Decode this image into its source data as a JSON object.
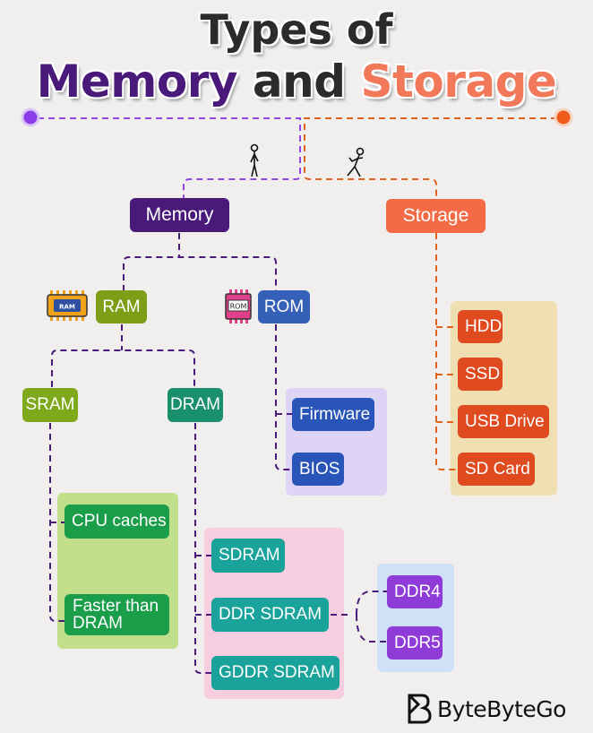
{
  "title": {
    "line1": "Types of",
    "memory": "Memory",
    "and": "and",
    "storage": "Storage"
  },
  "nodes": {
    "memory": "Memory",
    "storage": "Storage",
    "ram": "RAM",
    "rom": "ROM",
    "sram": "SRAM",
    "dram": "DRAM",
    "firmware": "Firmware",
    "bios": "BIOS",
    "hdd": "HDD",
    "ssd": "SSD",
    "usb_drive": "USB Drive",
    "sd_card": "SD Card",
    "cpu_caches": "CPU caches",
    "faster_than_dram_1": "Faster than",
    "faster_than_dram_2": "DRAM",
    "sdram": "SDRAM",
    "ddr_sdram": "DDR SDRAM",
    "gddr_sdram": "GDDR SDRAM",
    "ddr4": "DDR4",
    "ddr5": "DDR5"
  },
  "icons": {
    "ram_chip_label": "RAM",
    "rom_chip_label": "ROM"
  },
  "brand": {
    "name": "ByteByteGo"
  },
  "colors": {
    "memory": "#4a1a7a",
    "storage": "#f36a45",
    "ram": "#7e9e17",
    "rom": "#3560b8",
    "sram": "#7ea91b",
    "dram": "#1a8f6c",
    "firmware_bios": "#2a55b8",
    "storage_items": "#e04a1f",
    "sram_items": "#1a9e4a",
    "dram_items": "#1aa39a",
    "ddr": "#8f3bd8",
    "memory_line": "#9245e0",
    "storage_line": "#e0621c"
  }
}
